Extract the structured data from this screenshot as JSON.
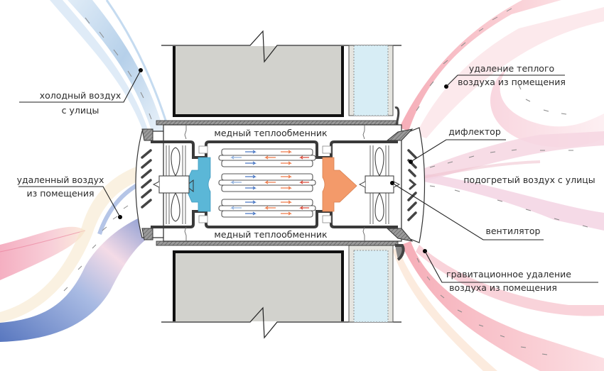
{
  "title": "Рекуператор с медным теплообменником — схема воздушных потоков",
  "labels": {
    "cold_air": [
      "холодный воздух",
      "с улицы"
    ],
    "removed_air": [
      "удаленный воздух",
      "из помещения"
    ],
    "warm_air_removal": [
      "удаление теплого",
      "воздуха из помещения"
    ],
    "deflector": "дифлектор",
    "heated_air": "подогретый воздух с улицы",
    "fan": "вентилятор",
    "gravity_removal": [
      "гравитационное удаление",
      "воздуха из помещения"
    ],
    "heat_exchanger_top": "медный теплообменник",
    "heat_exchanger_bottom": "медный теплообменник"
  },
  "colors": {
    "cold_stream": "#9cc3e3",
    "exhaust_stream": "#3d64b5",
    "warm_stream": "#f4a7b5",
    "cold_arrow_block": "#59b6d6",
    "warm_arrow_block": "#f39a6a",
    "wall": "#d2d2cd",
    "glass": "#d7edf5"
  }
}
